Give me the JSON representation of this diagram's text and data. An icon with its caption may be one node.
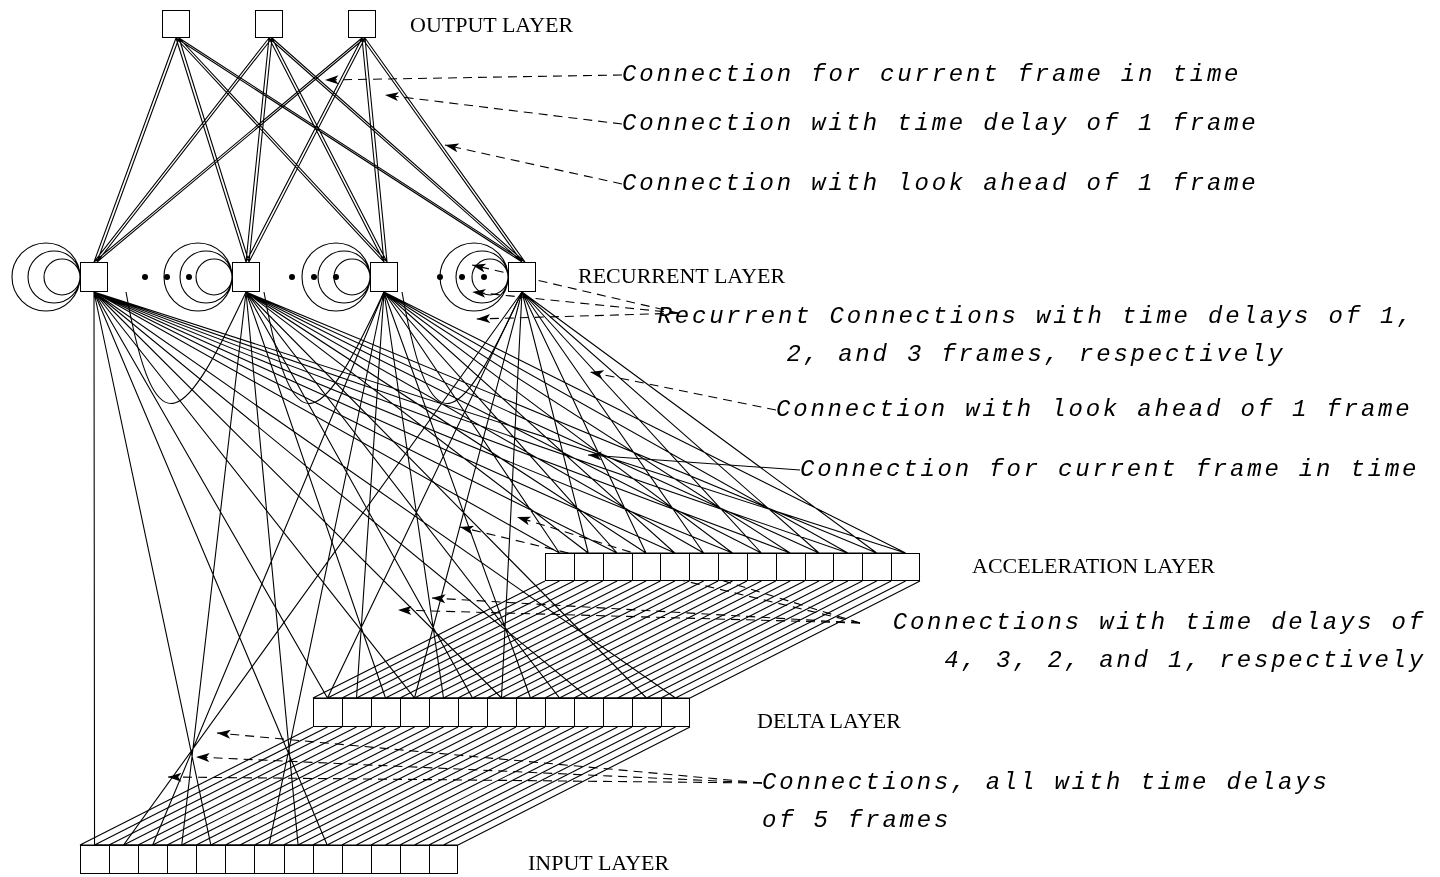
{
  "diagram": {
    "nodes": [
      {
        "text": [],
        "shape": "box"
      },
      {
        "text": [
          "Connection for current frame in time"
        ]
      },
      {
        "text": [
          "Connection with time delay of 1 frame"
        ]
      },
      {
        "text": [
          "Connection with look ahead of 1 frame"
        ]
      },
      {
        "text": [],
        "shape": "box"
      },
      {
        "text": [
          "Recurrent Connections with time delays of 1, 2, and 3 frames, respectively"
        ]
      },
      {
        "text": [
          "Connection with look ahead of 1 frame"
        ]
      },
      {
        "text": [
          "Connection for current frame in time"
        ]
      },
      {
        "text": [],
        "shape": "box"
      },
      {
        "text": [
          "Connections with time delays of 4, 3, 2, and 1, respectively"
        ]
      },
      {
        "text": [],
        "shape": "box"
      },
      {
        "text": [
          "Connections, all with time delays of 5 frames"
        ]
      },
      {
        "text": [],
        "shape": "box"
      }
    ],
    "edges": [
      {
        "from": 4,
        "to": 0,
        "arrow": "none"
      },
      {
        "from": 4,
        "to": 4,
        "arrow": "none"
      },
      {
        "from": 8,
        "to": 4,
        "arrow": "none"
      },
      {
        "from": 10,
        "to": 4,
        "arrow": "none"
      },
      {
        "from": 12,
        "to": 4,
        "arrow": "none"
      },
      {
        "from": 12,
        "to": 10,
        "arrow": "none"
      },
      {
        "from": 10,
        "to": 8,
        "arrow": "none"
      },
      {
        "from": 1,
        "to": null,
        "arrow": "to",
        "style": "dashed"
      },
      {
        "from": 2,
        "to": null,
        "arrow": "to",
        "style": "dashed"
      },
      {
        "from": 3,
        "to": null,
        "arrow": "to",
        "style": "dashed"
      },
      {
        "from": 5,
        "to": 4,
        "arrow": "to",
        "style": "dashed"
      },
      {
        "from": 5,
        "to": 4,
        "arrow": "to",
        "style": "dashed"
      },
      {
        "from": 5,
        "to": 4,
        "arrow": "to",
        "style": "dashed"
      },
      {
        "from": 6,
        "to": null,
        "arrow": "to",
        "style": "dashed"
      },
      {
        "from": 7,
        "to": null,
        "arrow": "to"
      },
      {
        "from": 9,
        "to": null,
        "arrow": "to",
        "style": "dashed"
      },
      {
        "from": 9,
        "to": null,
        "arrow": "to",
        "style": "dashed"
      },
      {
        "from": 9,
        "to": null,
        "arrow": "to",
        "style": "dashed"
      },
      {
        "from": 9,
        "to": null,
        "arrow": "to",
        "style": "dashed"
      },
      {
        "from": 11,
        "to": null,
        "arrow": "to",
        "style": "dashed"
      },
      {
        "from": 11,
        "to": null,
        "arrow": "to",
        "style": "dashed"
      },
      {
        "from": 11,
        "to": null,
        "arrow": "to",
        "style": "dashed"
      }
    ],
    "labels": [
      "OUTPUT LAYER",
      "RECURRENT LAYER",
      "ACCELERATION LAYER",
      "DELTA LAYER",
      "INPUT LAYER"
    ]
  }
}
